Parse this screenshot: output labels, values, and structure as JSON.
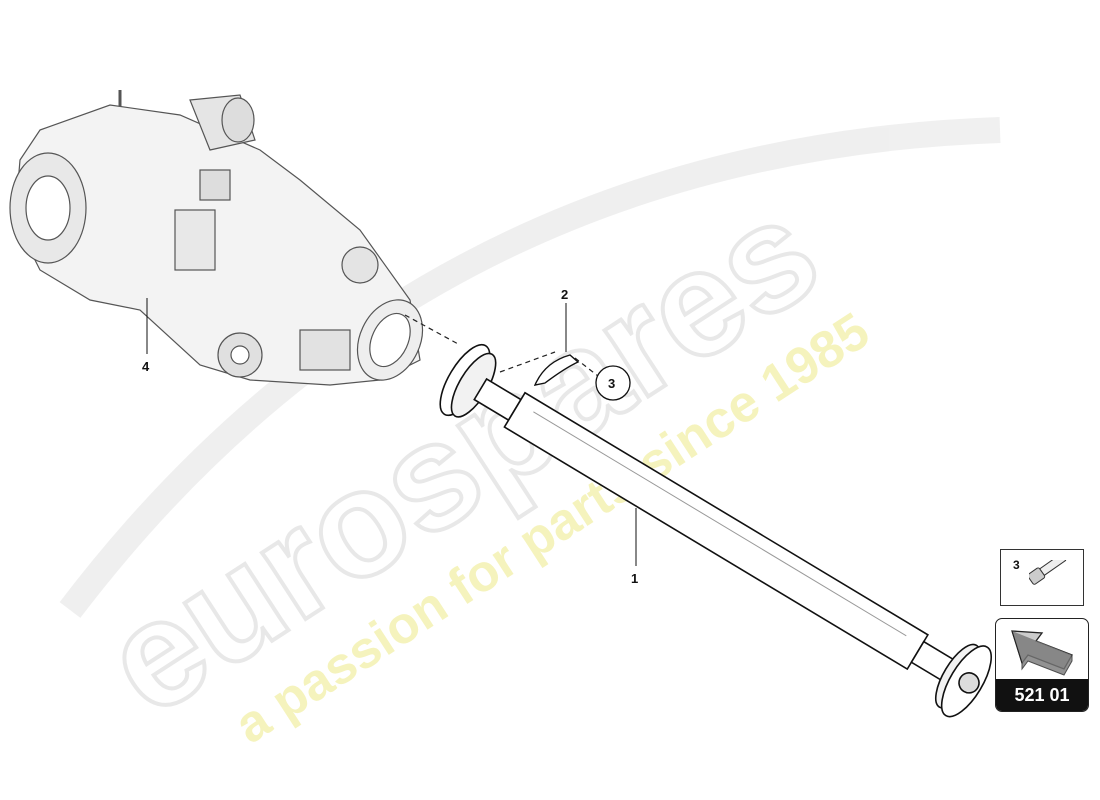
{
  "watermark": {
    "brand": "eurospares",
    "tagline": "a passion for parts since 1985"
  },
  "callouts": [
    {
      "id": "1",
      "label": "1"
    },
    {
      "id": "2",
      "label": "2"
    },
    {
      "id": "3",
      "label": "3"
    },
    {
      "id": "4",
      "label": "4"
    }
  ],
  "kit_box": {
    "label": "3",
    "icon": "bolt-icon"
  },
  "nav": {
    "label": "521 01",
    "icon": "arrow-icon"
  }
}
